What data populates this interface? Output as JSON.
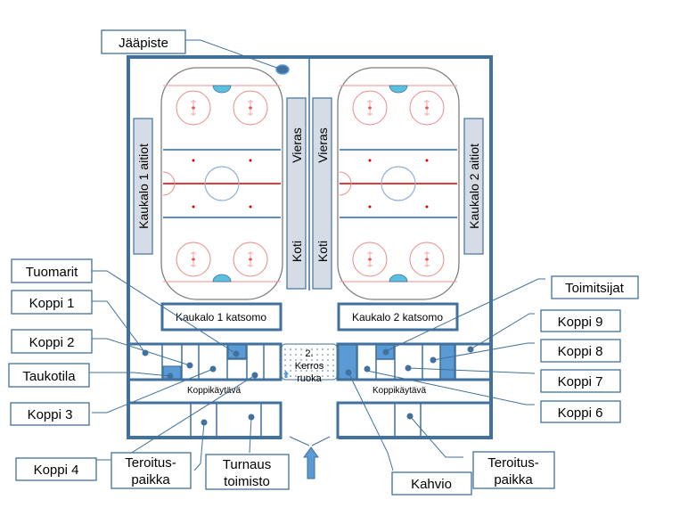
{
  "diagram": {
    "title": "Ice arena floor plan",
    "rinks": [
      {
        "name": "Kaukalo 1",
        "boxes_label": "Kaukalo 1 aitiot",
        "stands_label": "Kaukalo 1 katsomo",
        "bench_away": "Vieras",
        "bench_home": "Koti"
      },
      {
        "name": "Kaukalo 2",
        "boxes_label": "Kaukalo 2 aitiot",
        "stands_label": "Kaukalo 2 katsomo",
        "bench_away": "Vieras",
        "bench_home": "Koti"
      }
    ],
    "corridor_left": "Koppikäytävä",
    "corridor_right": "Koppikäytävä",
    "second_floor": {
      "line1": "2.",
      "line2": "Kerros",
      "line3": "ruoka"
    },
    "callouts": {
      "jaapiste": "Jääpiste",
      "tuomarit": "Tuomarit",
      "koppi1": "Koppi 1",
      "koppi2": "Koppi 2",
      "taukotila": "Taukotila",
      "koppi3": "Koppi 3",
      "koppi4": "Koppi 4",
      "teroitus_left": [
        "Teroitus-",
        "paikka"
      ],
      "turnaus": [
        "Turnaus",
        "toimisto"
      ],
      "kahvio": "Kahvio",
      "teroitus_right": [
        "Teroitus-",
        "paikka"
      ],
      "toimitsijat": "Toimitsijat",
      "koppi9": "Koppi 9",
      "koppi8": "Koppi 8",
      "koppi7": "Koppi 7",
      "koppi6": "Koppi 6"
    },
    "colors": {
      "wall": "#41719c",
      "room_fill": "#5b9bd5",
      "bench_fill": "#d6dce5",
      "rink_red": "#e06666",
      "rink_blue": "#4a7ebb",
      "goal_crease": "#5bc0de"
    }
  }
}
